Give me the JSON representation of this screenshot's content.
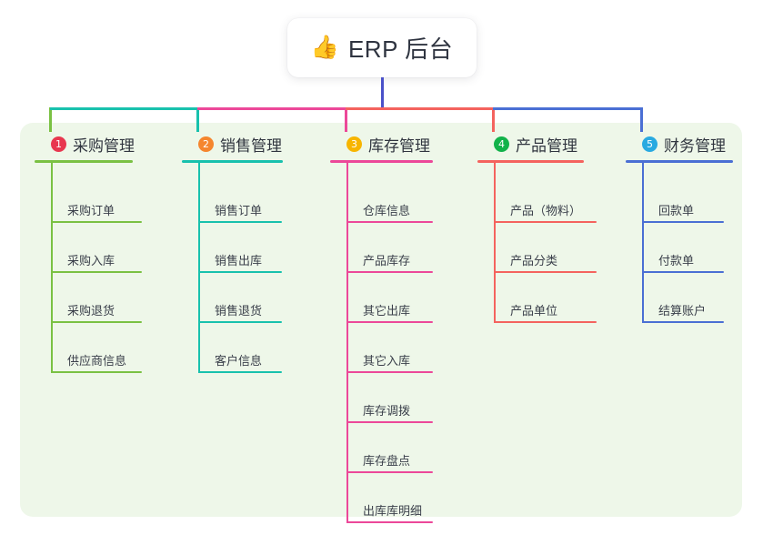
{
  "diagram": {
    "title": "ERP 后台",
    "root": {
      "icon": "thumbs-up-icon",
      "emoji": "👍",
      "label": "ERP 后台"
    },
    "panel_color": "#eef7e9",
    "branches": [
      {
        "number": "1",
        "badge_color": "#e8374f",
        "line_color": "#7ac143",
        "title": "采购管理",
        "items": [
          "采购订单",
          "采购入库",
          "采购退货",
          "供应商信息"
        ]
      },
      {
        "number": "2",
        "badge_color": "#f5862e",
        "line_color": "#18c1ad",
        "title": "销售管理",
        "items": [
          "销售订单",
          "销售出库",
          "销售退货",
          "客户信息"
        ]
      },
      {
        "number": "3",
        "badge_color": "#f7b500",
        "line_color": "#ec4899",
        "title": "库存管理",
        "items": [
          "仓库信息",
          "产品库存",
          "其它出库",
          "其它入库",
          "库存调拨",
          "库存盘点",
          "出库库明细"
        ]
      },
      {
        "number": "4",
        "badge_color": "#12b24a",
        "line_color": "#f4635e",
        "title": "产品管理",
        "items": [
          "产品（物料）",
          "产品分类",
          "产品单位"
        ]
      },
      {
        "number": "5",
        "badge_color": "#29aae1",
        "line_color": "#4a6fd4",
        "title": "财务管理",
        "items": [
          "回款单",
          "付款单",
          "结算账户"
        ]
      }
    ],
    "root_stem_color": "#4a51c9"
  }
}
